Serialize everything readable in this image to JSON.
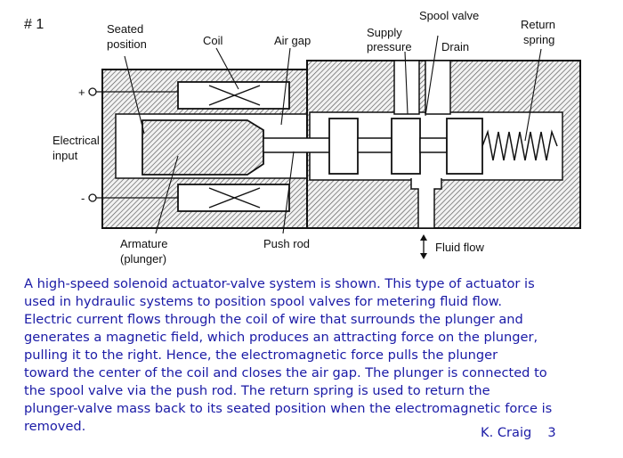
{
  "slide_number": "# 1",
  "labels": {
    "seated_position": [
      "Seated",
      "position"
    ],
    "coil": "Coil",
    "air_gap": "Air gap",
    "supply_pressure": [
      "Supply",
      "pressure"
    ],
    "spool_valve": "Spool valve",
    "drain": "Drain",
    "return_spring": [
      "Return",
      "spring"
    ],
    "electrical_input": [
      "Electrical",
      "input"
    ],
    "plus": "+",
    "minus": "-",
    "armature": [
      "Armature",
      "(plunger)"
    ],
    "push_rod": "Push rod",
    "fluid_flow": "Fluid flow"
  },
  "description_lines": [
    "A high-speed solenoid actuator-valve system is shown.  This type of actuator is",
    "used in hydraulic systems to position spool valves for metering fluid flow.",
    "Electric current flows through the coil of wire that surrounds the plunger and",
    "generates a magnetic field, which produces an attracting force on the plunger,",
    "pulling it to the right.  Hence, the electromagnetic force pulls the plunger",
    "toward the center of the coil and closes the air gap.  The plunger is connected to",
    "the spool valve via the push rod.  The return spring is used to return the",
    "plunger-valve mass back to its seated position when the electromagnetic force is",
    "removed."
  ],
  "footer": {
    "author": "K. Craig",
    "page": "3"
  },
  "colors": {
    "text_blue": "#1a1aa6",
    "line": "#111111"
  }
}
